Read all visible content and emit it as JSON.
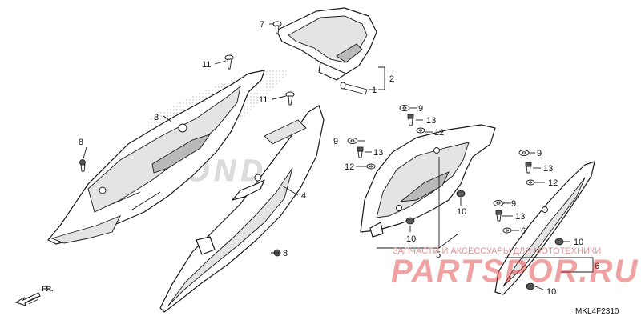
{
  "diagram": {
    "code": "MKL4F2310",
    "direction_label": "FR.",
    "brand_watermark": "HONDA",
    "overlay": {
      "subtitle": "ЗАПЧАСТИ И АКСЕССУАРЫ ДЛЯ МОТОТЕХНИКИ",
      "brand": "PARTSPOR.RU",
      "brand_color": "#e03030"
    },
    "callouts": {
      "n1": "1",
      "n2": "2",
      "n3": "3",
      "n4": "4",
      "n5": "5",
      "n6": "6",
      "n7": "7",
      "n8": "8",
      "n9": "9",
      "n10": "10",
      "n11": "11",
      "n12": "12",
      "n13": "13"
    }
  }
}
